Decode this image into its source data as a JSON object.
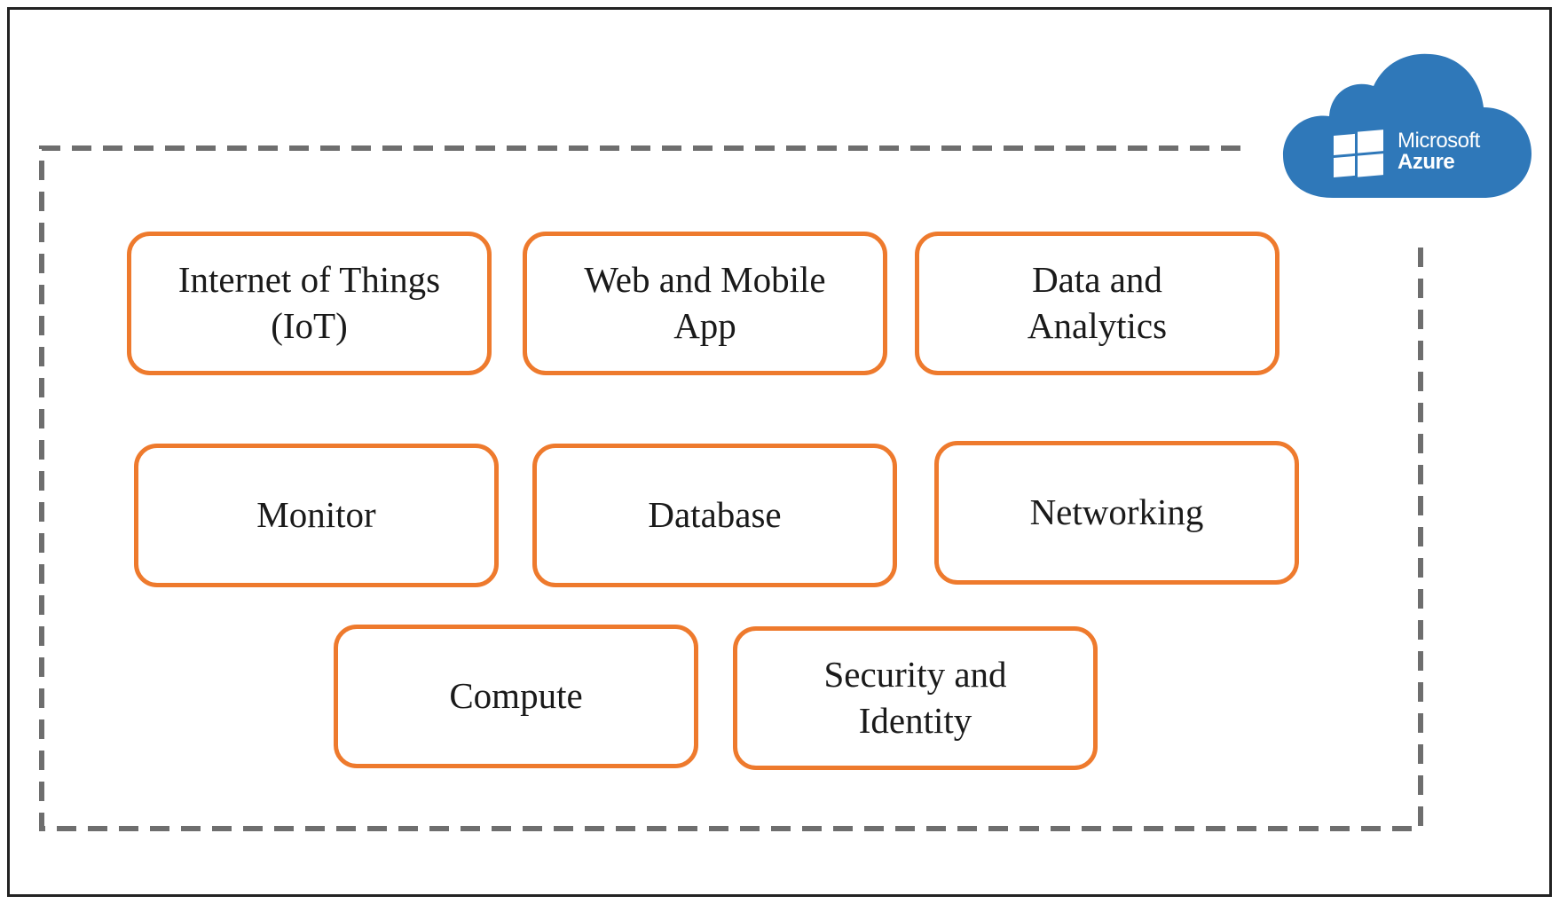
{
  "colors": {
    "service_border": "#ee7a2d",
    "dashed_border": "#6e6e6e",
    "cloud_fill": "#2f78b9",
    "frame_border": "#222222"
  },
  "logo": {
    "icon": "windows-logo-icon",
    "brand_line1": "Microsoft",
    "brand_line2": "Azure"
  },
  "services": [
    {
      "label": "Internet of Things\n(IoT)"
    },
    {
      "label": "Web and Mobile\nApp"
    },
    {
      "label": "Data and\nAnalytics"
    },
    {
      "label": "Monitor"
    },
    {
      "label": "Database"
    },
    {
      "label": "Networking"
    },
    {
      "label": "Compute"
    },
    {
      "label": "Security and\nIdentity"
    }
  ]
}
